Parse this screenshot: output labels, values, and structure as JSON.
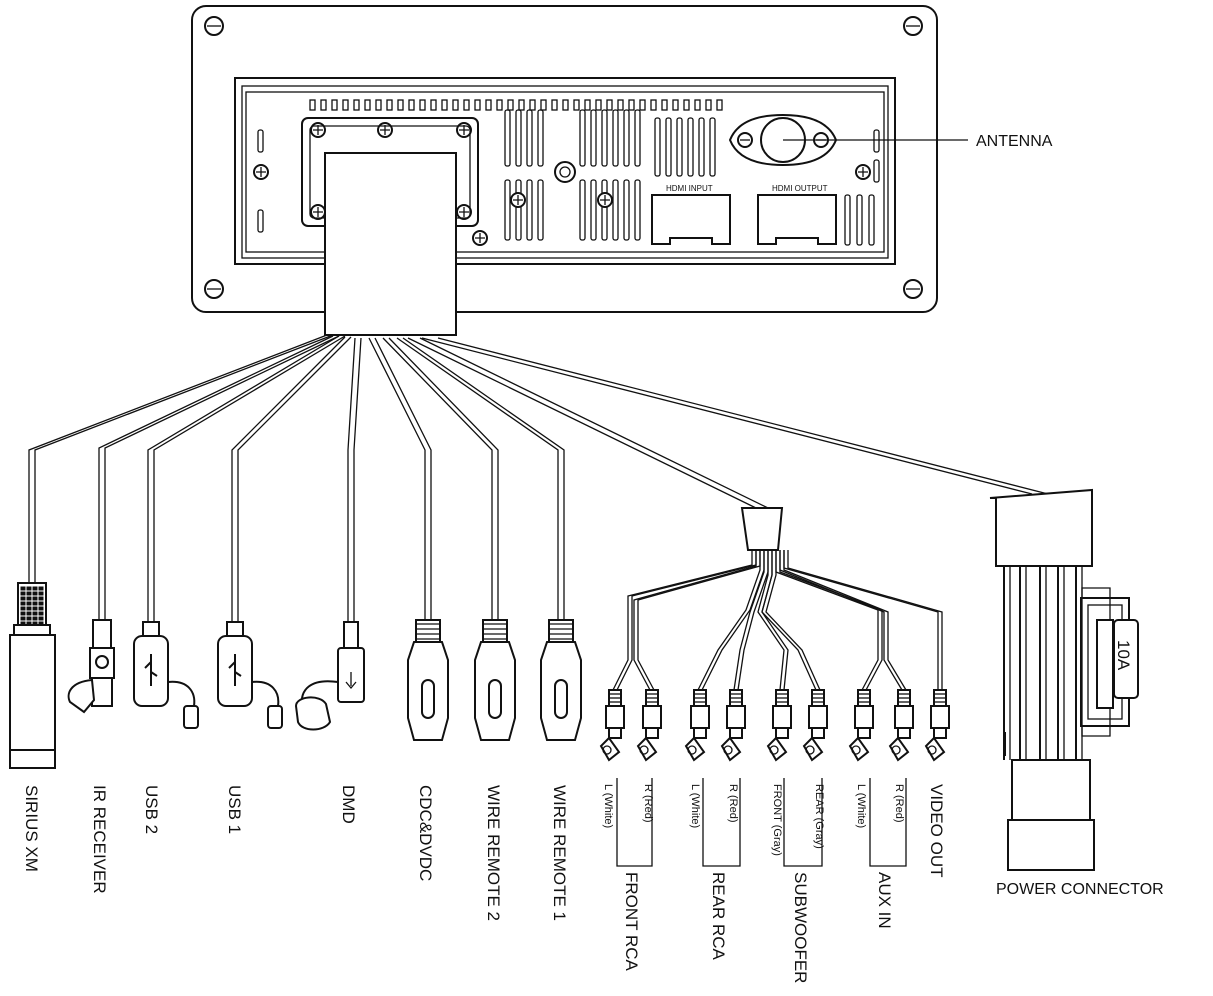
{
  "labels": {
    "antenna": "ANTENNA",
    "hdmi_input": "HDMI INPUT",
    "hdmi_output": "HDMI OUTPUT",
    "power_connector": "POWER CONNECTOR",
    "fuse": "10A",
    "sirius_xm": "SIRIUS XM",
    "ir_receiver": "IR RECEIVER",
    "usb2": "USB 2",
    "usb1": "USB 1",
    "dmd": "DMD",
    "cdc_dvdc": "CDC&DVDC",
    "wire_remote2": "WIRE REMOTE 2",
    "wire_remote1": "WIRE REMOTE 1",
    "front_rca": "FRONT RCA",
    "rear_rca": "REAR RCA",
    "subwoofer": "SUBWOOFER",
    "aux_in": "AUX IN",
    "video_out": "VIDEO OUT",
    "front_l": "L (White)",
    "front_r": "R (Red)",
    "rear_l": "L (White)",
    "rear_r": "R (Red)",
    "sub_front": "FRONT (Gray)",
    "sub_rear": "REAR (Gray)",
    "aux_l": "L (White)",
    "aux_r": "R (Red)"
  }
}
